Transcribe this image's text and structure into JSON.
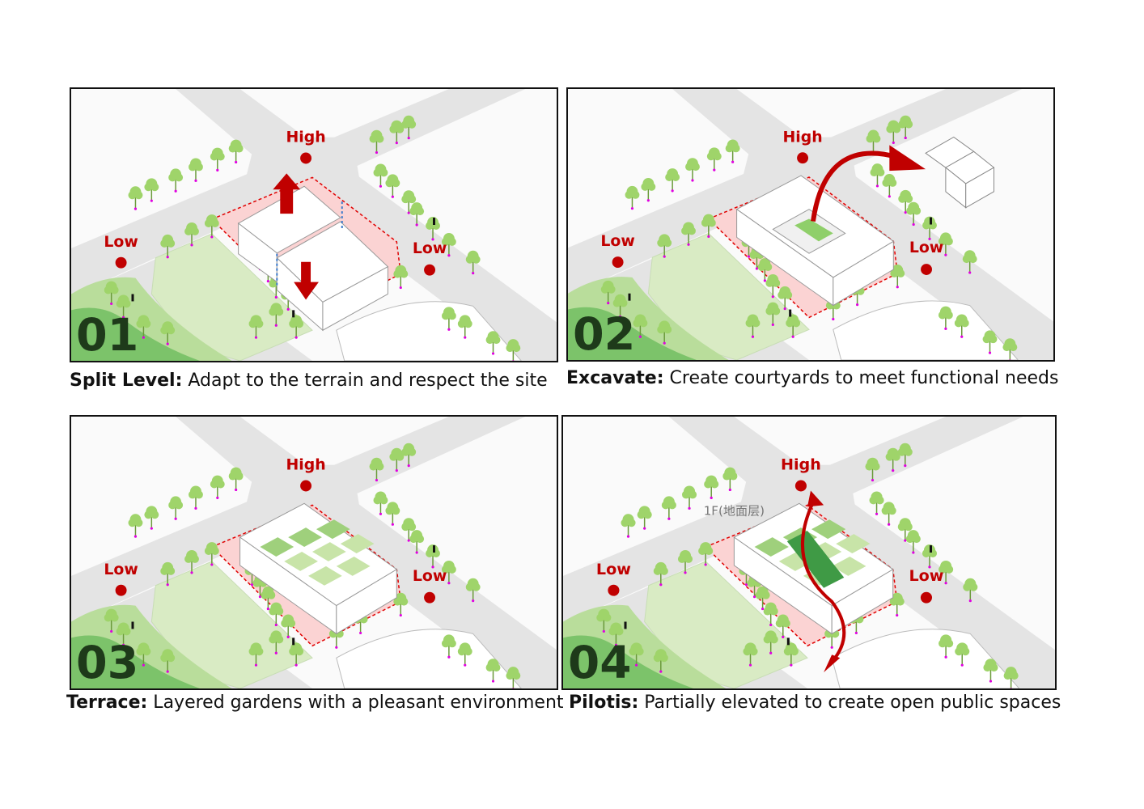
{
  "panels": [
    {
      "number": "01",
      "high": "High",
      "low_left": "Low",
      "low_right": "Low",
      "title": "Split Level:",
      "desc": " Adapt to the terrain and respect the site",
      "variant": "split"
    },
    {
      "number": "02",
      "high": "High",
      "low_left": "Low",
      "low_right": "Low",
      "title": "Excavate:",
      "desc": " Create courtyards to meet functional needs",
      "variant": "excavate"
    },
    {
      "number": "03",
      "high": "High",
      "low_left": "Low",
      "low_right": "Low",
      "title": "Terrace:",
      "desc": " Layered gardens with a pleasant environment",
      "variant": "terrace"
    },
    {
      "number": "04",
      "high": "High",
      "low_left": "Low",
      "low_right": "Low",
      "title": "Pilotis:",
      "desc": " Partially elevated to create open public spaces",
      "variant": "pilotis",
      "floor_label": "1F(地面层)"
    }
  ],
  "colors": {
    "accent": "#c00000",
    "road": "#e4e4e4",
    "field": "#d9ebc4",
    "park": "#7cc36a",
    "tree": "#9fd46a",
    "site": "#fbd3d3"
  }
}
